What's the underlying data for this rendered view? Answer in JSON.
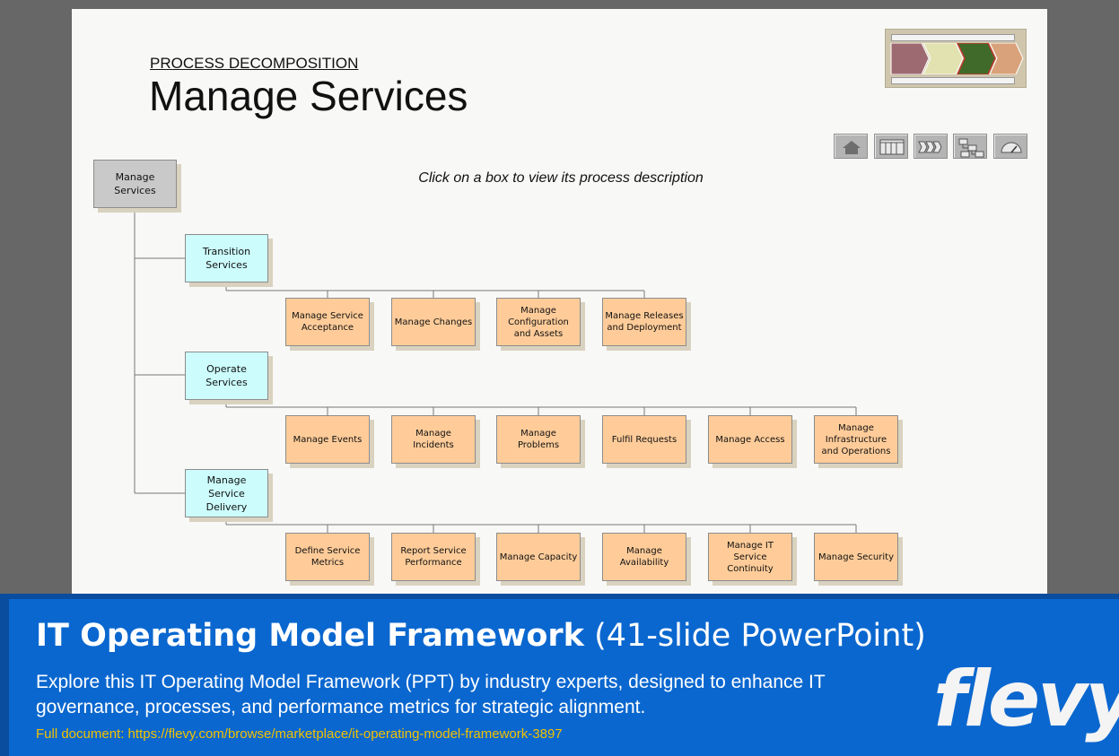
{
  "slide": {
    "subtitle": "PROCESS DECOMPOSITION",
    "title": "Manage Services",
    "instruction": "Click on a box to view its process description"
  },
  "nav_icons": [
    "home-icon",
    "columns-icon",
    "chevrons-icon",
    "hierarchy-icon",
    "gauge-icon"
  ],
  "hierarchy": {
    "root": "Manage Services",
    "groups": [
      {
        "label": "Transition Services",
        "children": [
          "Manage Service Acceptance",
          "Manage Changes",
          "Manage Configuration and Assets",
          "Manage Releases and Deployment"
        ]
      },
      {
        "label": "Operate Services",
        "children": [
          "Manage Events",
          "Manage Incidents",
          "Manage Problems",
          "Fulfil Requests",
          "Manage Access",
          "Manage Infrastructure and Operations"
        ]
      },
      {
        "label": "Manage Service Delivery",
        "children": [
          "Define Service Metrics",
          "Report Service Performance",
          "Manage Capacity",
          "Manage Availability",
          "Manage IT Service Continuity",
          "Manage Security"
        ]
      }
    ]
  },
  "colors": {
    "root_box": "#c9c9c9",
    "level1_box": "#ccfcfc",
    "level2_box": "#ffcc99",
    "banner": "#0a67cf",
    "link": "#f2c200"
  },
  "banner": {
    "title_bold": "IT Operating Model Framework",
    "title_light": "(41-slide PowerPoint)",
    "description": "Explore this IT Operating Model Framework (PPT) by industry experts, designed to enhance IT governance, processes, and performance metrics for strategic alignment.",
    "link": "Full document: https://flevy.com/browse/marketplace/it-operating-model-framework-3897",
    "logo": "flevy"
  }
}
